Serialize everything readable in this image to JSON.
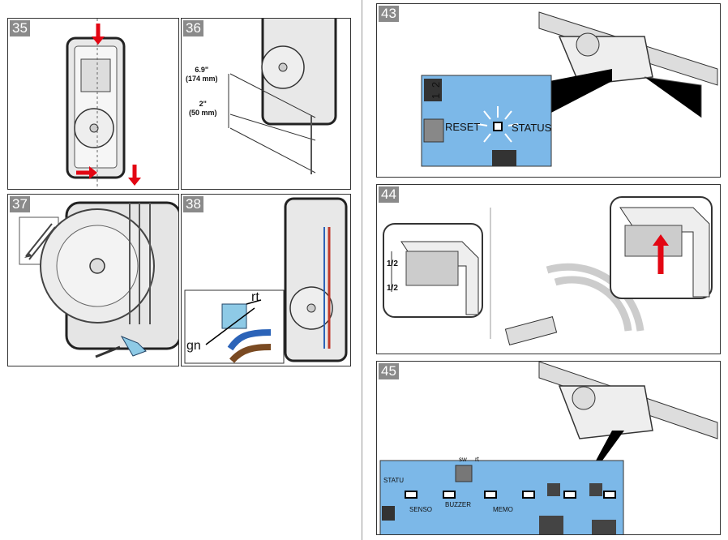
{
  "steps": [
    "35",
    "36",
    "37",
    "38",
    "43",
    "44",
    "45"
  ],
  "step36": {
    "dim1": "6.9\"",
    "dim1_mm": "(174 mm)",
    "dim2": "2\"",
    "dim2_mm": "(50 mm)"
  },
  "step38": {
    "wire_rt": "rt",
    "wire_gn": "gn"
  },
  "step43": {
    "reset_label": "RESET",
    "status_label": "STATUS",
    "dip1": "1",
    "dip2": "2"
  },
  "step44": {
    "half_label": "1/2"
  },
  "step45": {
    "sw": "sw",
    "rt": "rt",
    "statu": "STATU",
    "senso": "SENSO",
    "buzzer": "BUZZER",
    "memo": "MEMO"
  },
  "colors": {
    "accent_red": "#e30613",
    "board_blue": "#7cb8e8",
    "wire_blue": "#2b63b8",
    "wire_brown": "#7a4a22"
  }
}
